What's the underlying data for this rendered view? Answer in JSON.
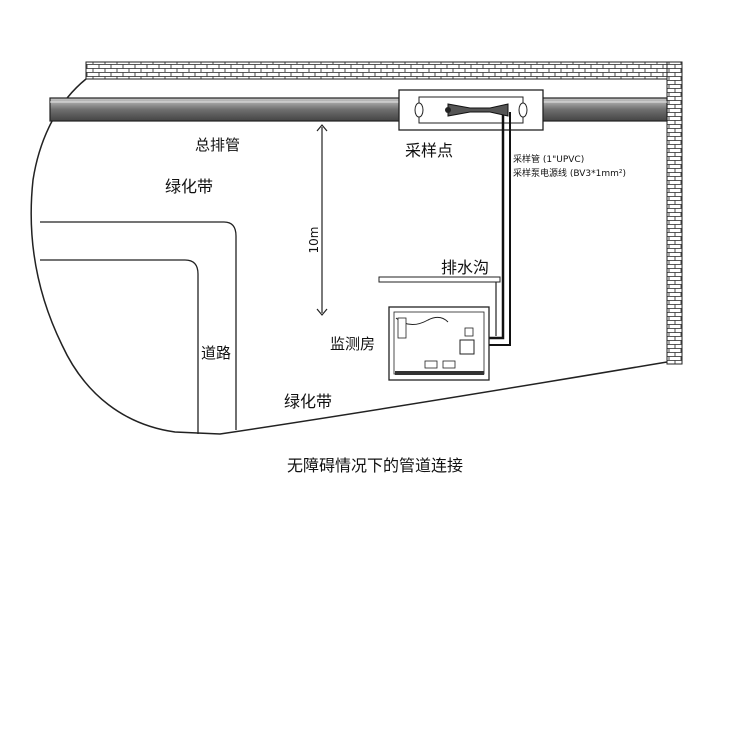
{
  "labels": {
    "main_pipe": "总排管",
    "sampling_point": "采样点",
    "sampling_pipe": "采样管 (1\"UPVC)",
    "pump_cable": "采样泵电源线 (BV3*1mm²)",
    "green_belt_top": "绿化带",
    "green_belt_bottom": "绿化带",
    "distance": "10m",
    "drain_ditch": "排水沟",
    "road": "道路",
    "monitoring_room": "监测房"
  },
  "caption": "无障碍情况下的管道连接",
  "icons": {
    "wall": "brick-wall-icon",
    "pipe": "pipe-icon",
    "pump": "sampling-pump-icon",
    "room": "monitoring-room-icon"
  },
  "colors": {
    "line": "#111111",
    "pipe_fill": "#8a8a8a",
    "brick_fill": "#ffffff"
  }
}
